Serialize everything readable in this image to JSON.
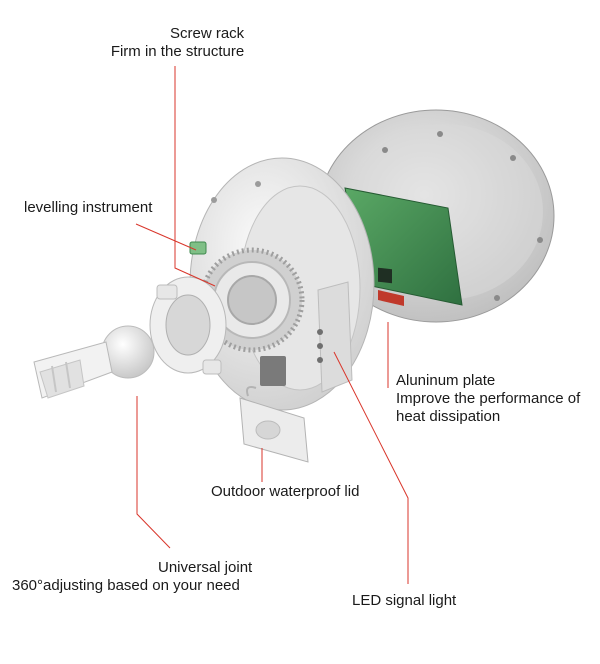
{
  "labels": {
    "screw_rack": {
      "line1": "Screw rack",
      "line2": "Firm in the structure"
    },
    "levelling": {
      "line1": "levelling instrument"
    },
    "aluminum_plate": {
      "line1": "Aluninum plate",
      "line2": "Improve the performance of",
      "line3": "heat dissipation"
    },
    "waterproof_lid": {
      "line1": "Outdoor waterproof lid"
    },
    "universal_joint": {
      "line1": "Universal joint",
      "line2": "360°adjusting based on your need"
    },
    "led_signal": {
      "line1": "LED signal light"
    }
  },
  "colors": {
    "leader_line": "#d9362b",
    "text": "#1a1a1a",
    "pcb": "#3f8a4e",
    "housing": "#e9e9e9"
  }
}
